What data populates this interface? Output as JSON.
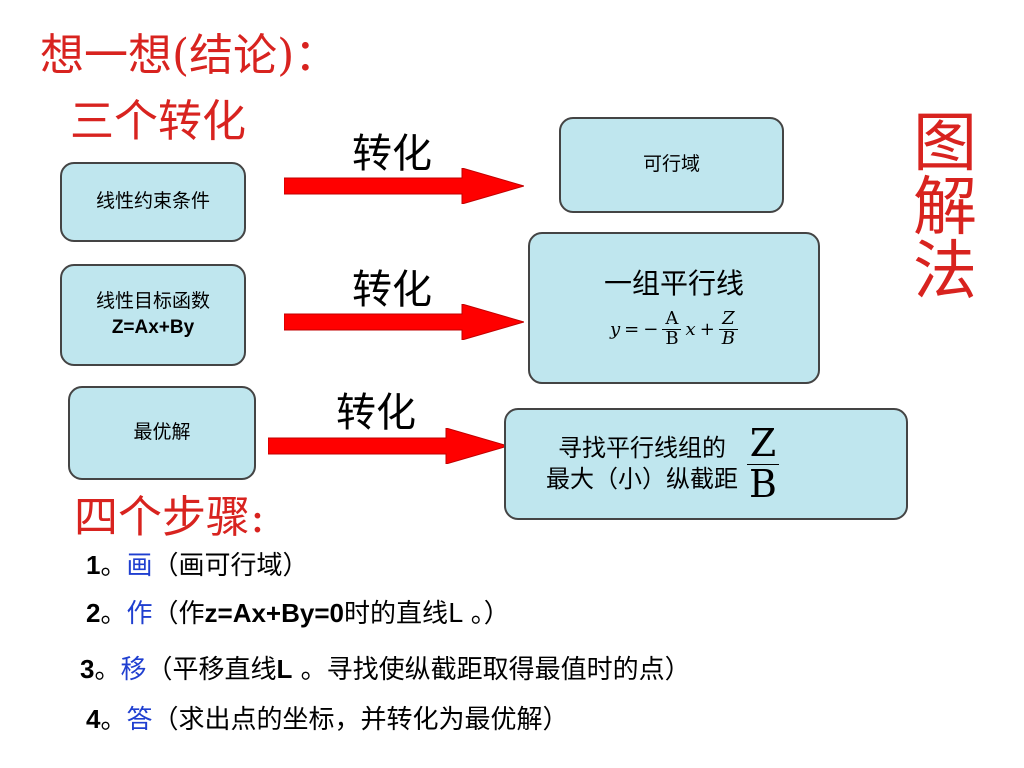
{
  "colors": {
    "title": "#d8231f",
    "box_fill": "#bfe6ee",
    "box_border": "#444444",
    "arrow": "#ff0000",
    "step_keyword": "#1f3fd0"
  },
  "header": {
    "title": "想一想(结论)：",
    "subtitle": "三个转化"
  },
  "side_title": [
    "图",
    "解",
    "法"
  ],
  "rows": [
    {
      "left_box": {
        "lines": [
          "线性约束条件"
        ]
      },
      "arrow_label": "转化",
      "right_box": {
        "text": "可行域"
      }
    },
    {
      "left_box": {
        "lines": [
          "线性目标函数",
          "Z=Ax+By"
        ]
      },
      "arrow_label": "转化",
      "right_box": {
        "text": "一组平行线",
        "formula": {
          "lhs": "y",
          "eq": "=",
          "minus": "−",
          "frac1_num": "A",
          "frac1_den": "B",
          "var": "x",
          "plus": "+",
          "frac2_num": "Z",
          "frac2_den": "B"
        }
      }
    },
    {
      "left_box": {
        "lines": [
          "最优解"
        ]
      },
      "arrow_label": "转化",
      "right_box": {
        "line1": "寻找平行线组的",
        "line2": "最大（小）纵截距",
        "frac_num": "Z",
        "frac_den": "B"
      }
    }
  ],
  "steps_title": "四个步骤:",
  "steps": [
    {
      "num": "1",
      "sep": "。",
      "keyword": "画",
      "rest_a": "（画可行域）",
      "bold": "",
      "rest_b": ""
    },
    {
      "num": "2",
      "sep": "。",
      "keyword": "作",
      "rest_a": "（作",
      "bold": "z=Ax+By=0",
      "rest_b": "时的直线L 。）"
    },
    {
      "num": "3",
      "sep": "。",
      "keyword": "移",
      "rest_a": "（平移直线",
      "bold": "L",
      "rest_b": " 。寻找使纵截距取得最值时的点）"
    },
    {
      "num": "4",
      "sep": "。",
      "keyword": "答",
      "rest_a": "（求出点的坐标，并转化为最优解）",
      "bold": "",
      "rest_b": ""
    }
  ]
}
